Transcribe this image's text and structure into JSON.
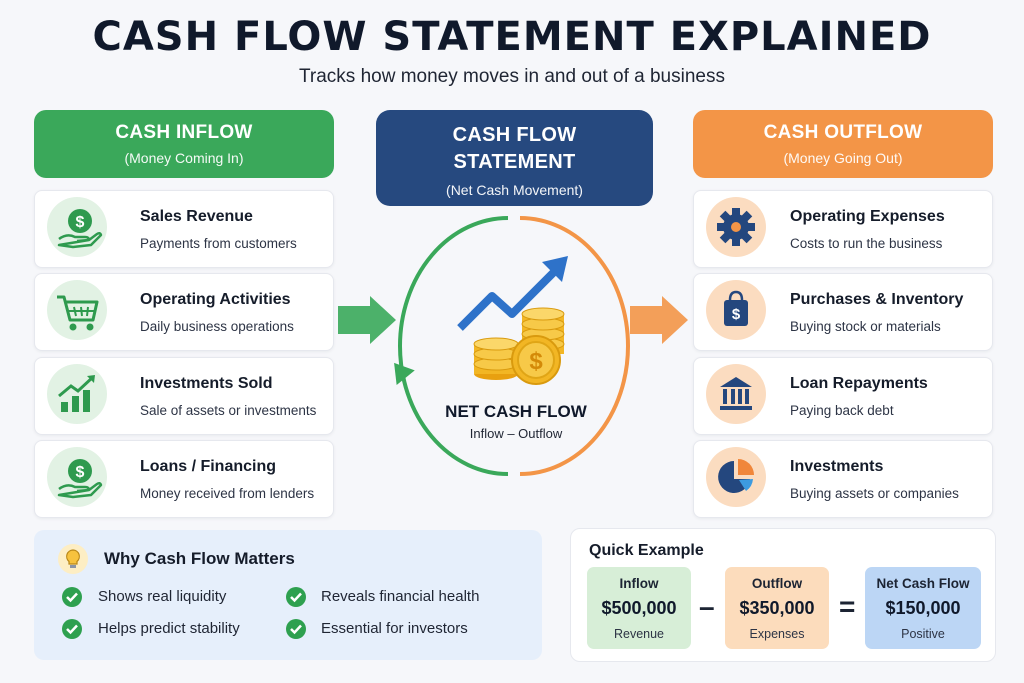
{
  "title": "CASH FLOW STATEMENT EXPLAINED",
  "subtitle": "Tracks how money moves in and out of a business",
  "inflow": {
    "heading": "CASH INFLOW",
    "sub": "(Money Coming In)",
    "items": [
      {
        "title": "Sales Revenue",
        "desc": "Payments from customers",
        "icon": "dollar-hand-icon"
      },
      {
        "title": "Operating Activities",
        "desc": "Daily business operations",
        "icon": "shopping-cart-icon"
      },
      {
        "title": "Investments Sold",
        "desc": "Sale of assets or investments",
        "icon": "growth-chart-icon"
      },
      {
        "title": "Loans / Financing",
        "desc": "Money received from lenders",
        "icon": "dollar-hand-icon"
      }
    ]
  },
  "statement": {
    "heading": "CASH FLOW STATEMENT",
    "sub": "(Net Cash Movement)",
    "net_label": "NET CASH FLOW",
    "net_formula": "Inflow – Outflow"
  },
  "outflow": {
    "heading": "CASH OUTFLOW",
    "sub": "(Money Going Out)",
    "items": [
      {
        "title": "Operating Expenses",
        "desc": "Costs to run the business",
        "icon": "gear-icon"
      },
      {
        "title": "Purchases & Inventory",
        "desc": "Buying stock or materials",
        "icon": "shopping-bag-icon"
      },
      {
        "title": "Loan Repayments",
        "desc": "Paying back debt",
        "icon": "bank-icon"
      },
      {
        "title": "Investments",
        "desc": "Buying assets or companies",
        "icon": "pie-chart-icon"
      }
    ]
  },
  "why": {
    "heading": "Why Cash Flow Matters",
    "points": [
      "Shows real liquidity",
      "Reveals financial health",
      "Helps predict stability",
      "Essential for investors"
    ]
  },
  "example": {
    "heading": "Quick Example",
    "minus": "–",
    "equals": "=",
    "boxes": [
      {
        "label": "Inflow",
        "value": "$500,000",
        "note": "Revenue"
      },
      {
        "label": "Outflow",
        "value": "$350,000",
        "note": "Expenses"
      },
      {
        "label": "Net Cash Flow",
        "value": "$150,000",
        "note": "Positive"
      }
    ]
  },
  "colors": {
    "inflow": "#3aa85a",
    "outflow": "#f39547",
    "statement": "#26497f",
    "check": "#2ea04f"
  }
}
